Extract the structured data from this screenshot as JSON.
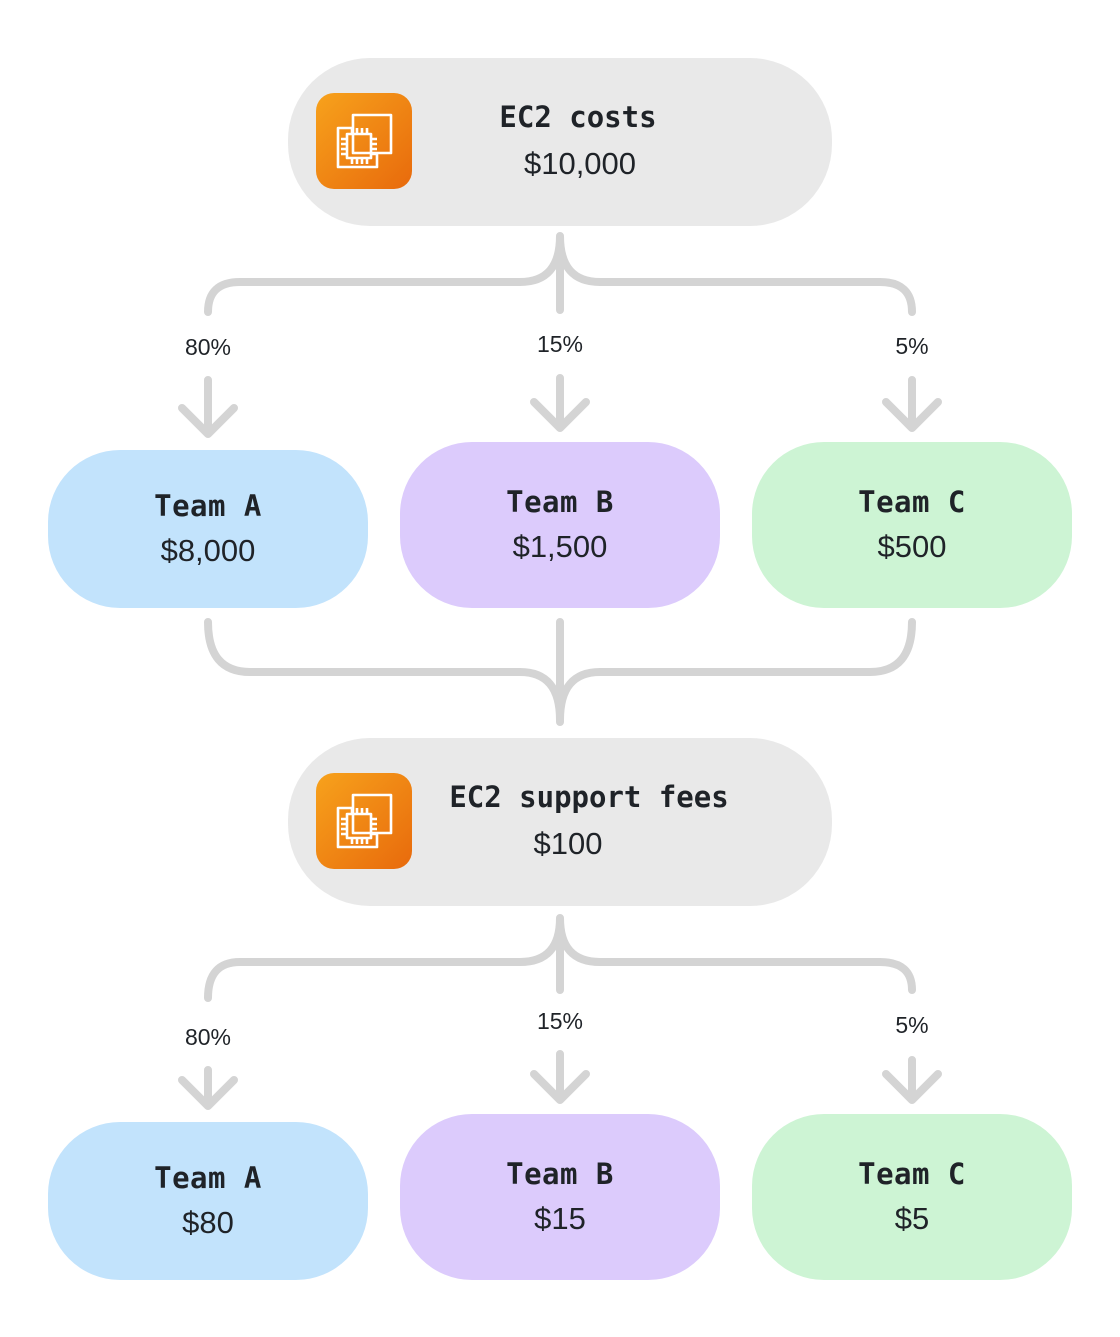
{
  "colors": {
    "connector": "#d4d4d4",
    "source_bg": "#e9e9e9",
    "icon_orange": "#f08a14",
    "team_a": "#c2e3fc",
    "team_b": "#dccbfc",
    "team_c": "#cdf4d4"
  },
  "top_source": {
    "icon": "ec2-instance-icon",
    "title": "EC2 costs",
    "amount": "$10,000"
  },
  "top_split": {
    "pct_a": "80%",
    "pct_b": "15%",
    "pct_c": "5%"
  },
  "top_teams": [
    {
      "title": "Team A",
      "amount": "$8,000"
    },
    {
      "title": "Team B",
      "amount": "$1,500"
    },
    {
      "title": "Team C",
      "amount": "$500"
    }
  ],
  "bottom_source": {
    "icon": "ec2-instance-icon",
    "title": "EC2 support fees",
    "amount": "$100"
  },
  "bottom_split": {
    "pct_a": "80%",
    "pct_b": "15%",
    "pct_c": "5%"
  },
  "bottom_teams": [
    {
      "title": "Team A",
      "amount": "$80"
    },
    {
      "title": "Team B",
      "amount": "$15"
    },
    {
      "title": "Team C",
      "amount": "$5"
    }
  ]
}
